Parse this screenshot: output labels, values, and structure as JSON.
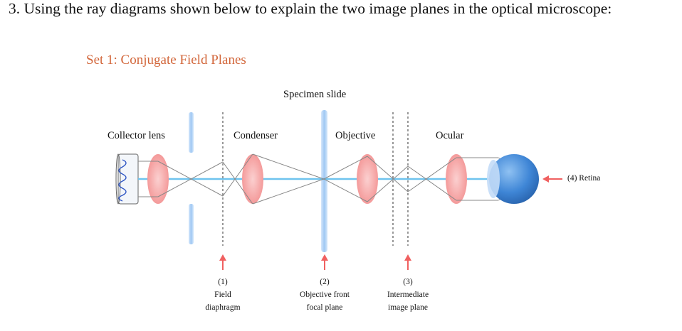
{
  "question": "3. Using the ray diagrams shown below to explain the two image planes in the optical microscope:",
  "set_title": "Set 1: Conjugate Field Planes",
  "labels": {
    "specimen_slide": "Specimen slide",
    "collector_lens": "Collector lens",
    "condenser": "Condenser",
    "objective": "Objective",
    "ocular": "Ocular",
    "retina": "(4) Retina"
  },
  "planes": [
    {
      "number": "(1)",
      "line1": "Field",
      "line2": "diaphragm"
    },
    {
      "number": "(2)",
      "line1": "Objective front",
      "line2": "focal plane"
    },
    {
      "number": "(3)",
      "line1": "Intermediate",
      "line2": "image plane"
    }
  ],
  "colors": {
    "set_title": "#d2663a",
    "lens": "#f4a0a0",
    "axis": "#6ec3ee",
    "arrow": "#f06060",
    "eye": "#3f86d6",
    "diaphragm": "#a9cdf5"
  }
}
